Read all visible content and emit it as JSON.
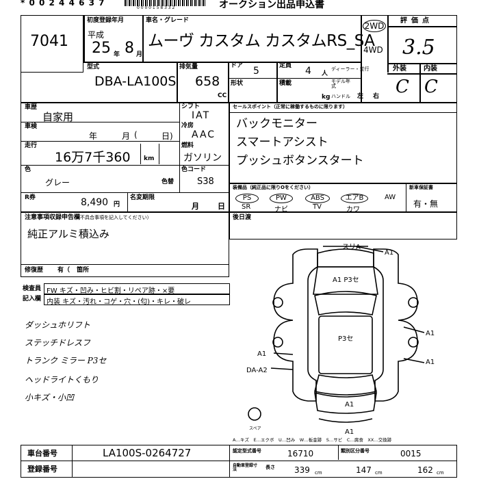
{
  "header": {
    "serial": "* 0 0 2 4 4 6 3 7",
    "barcode_number": "0 0 0 0 1 5 8 3 3 2",
    "form_title": "オークション出品申込書"
  },
  "lot": {
    "number": "7041"
  },
  "registration": {
    "label": "初度登録年月",
    "era": "平成",
    "year": "25",
    "year_unit": "年",
    "month": "8",
    "month_unit": "月"
  },
  "car": {
    "name_label": "車名・グレード",
    "name": "ムーヴ カスタム カスタムRS_SA",
    "drive_2wd": "2WD",
    "drive_4wd": "4WD",
    "model_label": "型式",
    "model": "DBA-LA100S",
    "displacement_label": "排気量",
    "displacement": "658",
    "displacement_unit": "CC",
    "door_label": "ドア",
    "doors": "5",
    "capacity_label": "定員",
    "capacity": "4",
    "capacity_unit": "人",
    "dealer_label": "ディーラー・並行",
    "shape_label": "形状",
    "load_label": "積載",
    "load_unit": "kg",
    "model_year_label": "モデル年式",
    "handle_label": "ハンドル",
    "handle_left": "左",
    "handle_right": "右"
  },
  "grades": {
    "label": "評価点",
    "overall": "3.5",
    "exterior_label": "外装",
    "interior_label": "内装",
    "exterior": "C",
    "interior": "C"
  },
  "usage": {
    "label": "車歴",
    "value": "自家用"
  },
  "inspection": {
    "label": "車検",
    "year": "年",
    "month": "月",
    "day_open": "(",
    "day": "日)"
  },
  "mileage": {
    "label": "走行",
    "value": "16万7千360",
    "unit": "km"
  },
  "shift": {
    "label": "シフト",
    "value": "IAT"
  },
  "ac": {
    "label": "冷房",
    "value": "AAC"
  },
  "fuel": {
    "label": "燃料",
    "value": "ガソリン"
  },
  "color": {
    "label": "色",
    "value": "グレー",
    "change_label": "色替",
    "code_label": "色コード",
    "code": "S38"
  },
  "recycle": {
    "label": "R券",
    "value": "8,490",
    "unit": "円",
    "reg_label": "名変期限",
    "month": "月",
    "day": "日"
  },
  "sales_points": {
    "label": "セールスポイント（正常に稼働するものに限ります）",
    "items": [
      "バックモニター",
      "スマートアシスト",
      "プッシュボタンスタート"
    ]
  },
  "equipment": {
    "label": "装備品（純正品に限りOをください）",
    "items": [
      {
        "top": "PS",
        "bottom": "SR"
      },
      {
        "top": "PW",
        "bottom": "ナビ"
      },
      {
        "top": "ABS",
        "bottom": "TV"
      },
      {
        "top": "エアB",
        "bottom": "カワ"
      },
      {
        "top": "AW",
        "bottom": ""
      }
    ],
    "warranty_label": "新車保証書",
    "warranty": "有・無"
  },
  "rear_seat": {
    "label": "後日渡"
  },
  "notes": {
    "label": "注意事項収録申告欄",
    "sublabel": "（不具合事項を記入してください）",
    "text": "純正アルミ積込み"
  },
  "repair": {
    "label": "修復歴",
    "value": "有（",
    "unit": "箇所"
  },
  "checks": {
    "label1": "検査員",
    "label2": "記入欄",
    "row1": "FW キズ・凹み・ヒビ割・リペア跡・×要",
    "row2": "内装 キズ・汚れ・コゲ・穴・(匂)・キレ・破レ"
  },
  "handwritten": [
    "ダッシュホリフト",
    "ステッチドレスフ",
    "トランク ミラー P3セ",
    "ヘッドライトくもり",
    "小キズ・小凹"
  ],
  "diagram": {
    "marks": {
      "top": "スリA",
      "a1_top": "A1",
      "hood": "A1 P3セ",
      "roof": "P3セ",
      "right1": "A1",
      "right2": "A1",
      "left1": "A1",
      "left2": "DA-A2",
      "rear": "A1",
      "bottom": "A1",
      "spare": "スペア"
    },
    "legend": "A…キズ　E…エクボ　U…凹み　W…板金跡　S…サビ　C…腐食　XX…交換跡"
  },
  "chassis": {
    "label": "車台番号",
    "value": "LA100S-0264727"
  },
  "registration_no": {
    "label": "登録番号"
  },
  "inspection_no": {
    "label1": "認定型式番号",
    "label2": "類別区分番号",
    "value1": "16710",
    "value2": "0015"
  },
  "dimensions": {
    "label": "自動車登録寸法",
    "length_label": "長さ",
    "length": "339",
    "width": "147",
    "height": "162",
    "unit": "cm"
  }
}
